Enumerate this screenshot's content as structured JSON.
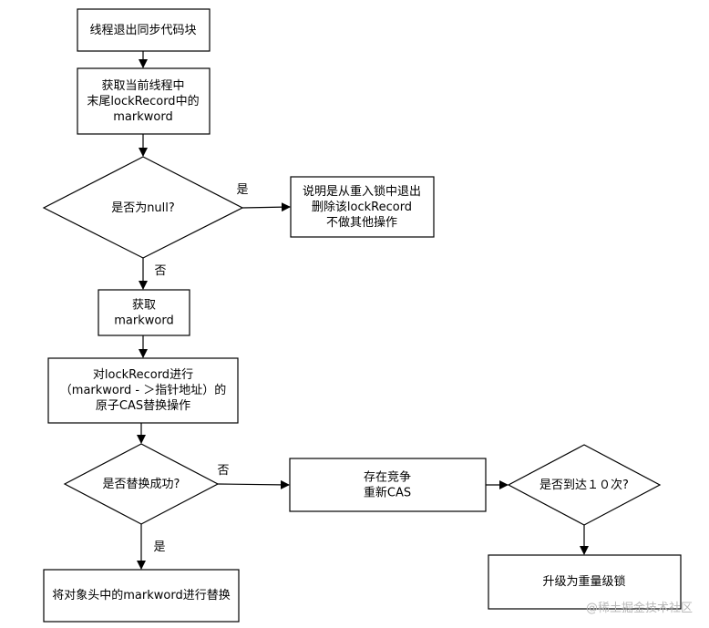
{
  "nodes": {
    "start": [
      "线程退出同步代码块"
    ],
    "fetch_last": [
      "获取当前线程中",
      "末尾lockRecord中的",
      "markword"
    ],
    "is_null": [
      "是否为null?"
    ],
    "reentrant_exit": [
      "说明是从重入锁中退出",
      "删除该lockRecord",
      "不做其他操作"
    ],
    "fetch_markword": [
      "获取",
      "markword"
    ],
    "cas_op": [
      "对lockRecord进行",
      "（markword - ＞指针地址）的",
      "原子CAS替换操作"
    ],
    "replace_ok": [
      "是否替换成功?"
    ],
    "replace_markword": [
      "将对象头中的markword进行替换"
    ],
    "contention": [
      "存在竞争",
      "重新CAS"
    ],
    "reach_ten": [
      "是否到达１０次?"
    ],
    "upgrade": [
      "升级为重量级锁"
    ]
  },
  "edge_labels": {
    "null_yes": "是",
    "null_no": "否",
    "replace_no": "否",
    "replace_yes": "是"
  },
  "watermark": "@稀土掘金技术社区",
  "colors": {
    "stroke": "#000000",
    "fill": "#ffffff",
    "text": "#000000"
  }
}
